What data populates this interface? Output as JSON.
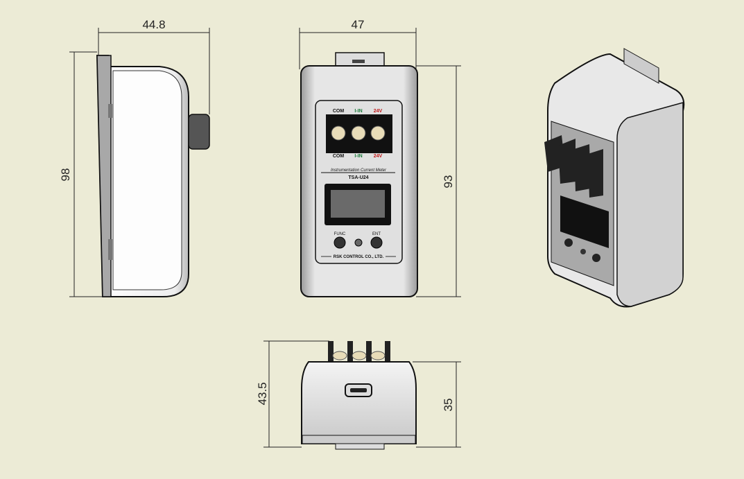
{
  "dimensions": {
    "side_width": "44.8",
    "side_height": "98",
    "front_width": "47",
    "front_height": "93",
    "bottom_total_height": "43.5",
    "bottom_body_height": "35"
  },
  "front_panel": {
    "terminal_labels": [
      {
        "text": "COM",
        "color": "#111111"
      },
      {
        "text": "I-IN",
        "color": "#1a7a3a"
      },
      {
        "text": "24V",
        "color": "#c01818"
      }
    ],
    "product_name": "Instrumentation Current Meter",
    "model": "TSA-U24",
    "button_func": "FUNC",
    "button_ent": "ENT",
    "manufacturer": "RSK CONTROL CO., LTD."
  },
  "colors": {
    "background": "#ecebd6",
    "body": "#e4e4e4",
    "terminal": "#111111",
    "screw": "#e8dcb8"
  }
}
